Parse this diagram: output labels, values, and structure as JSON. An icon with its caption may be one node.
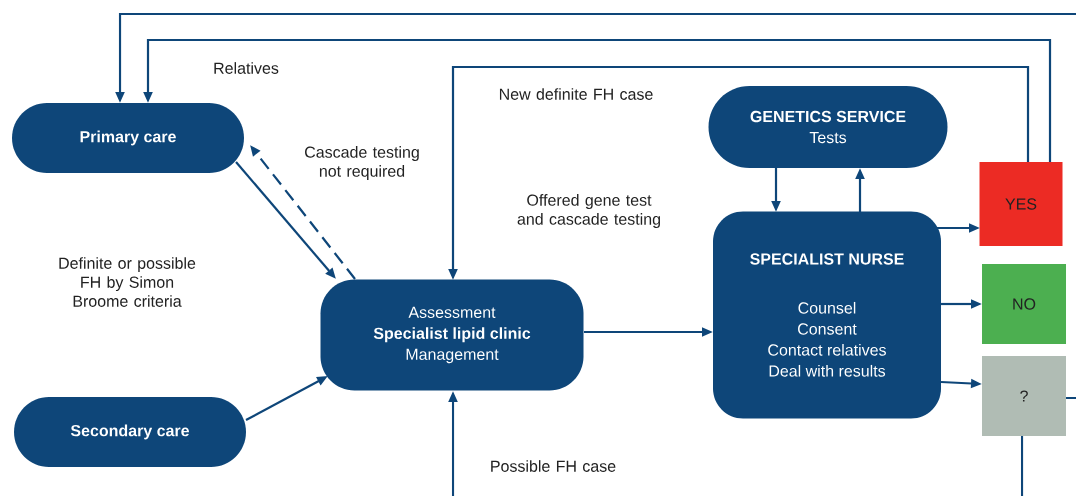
{
  "diagram": {
    "nodes": [
      {
        "text": [
          "Primary care"
        ]
      },
      {
        "text": [
          "Secondary care"
        ]
      },
      {
        "text": [
          "Assessment",
          "Specialist lipid clinic",
          "Management"
        ]
      },
      {
        "text": [
          "GENETICS SERVICE",
          "Tests"
        ]
      },
      {
        "text": [
          "SPECIALIST NURSE",
          "Counsel",
          "Consent",
          "Contact relatives",
          "Deal with results"
        ]
      },
      {
        "text": [
          "YES"
        ]
      },
      {
        "text": [
          "NO"
        ]
      },
      {
        "text": [
          "?"
        ]
      }
    ],
    "edges": [
      {
        "from": 0,
        "to": 2,
        "arrow": "to"
      },
      {
        "from": 2,
        "to": 0,
        "arrow": "to",
        "style": "dashed"
      },
      {
        "from": 1,
        "to": 2,
        "arrow": "to"
      },
      {
        "from": 2,
        "to": 4,
        "arrow": "to"
      },
      {
        "from": 3,
        "to": 4,
        "arrow": "to"
      },
      {
        "from": 4,
        "to": 3,
        "arrow": "to"
      },
      {
        "from": 4,
        "to": 5,
        "arrow": "to"
      },
      {
        "from": 4,
        "to": 6,
        "arrow": "to"
      },
      {
        "from": 4,
        "to": 7,
        "arrow": "to"
      },
      {
        "from": 5,
        "to": 0,
        "arrow": "to"
      },
      {
        "from": 5,
        "to": 2,
        "arrow": "to"
      },
      {
        "from": null,
        "to": 0,
        "arrow": "to"
      },
      {
        "from": null,
        "to": 2,
        "arrow": "to"
      },
      {
        "from": 7,
        "to": null,
        "arrow": "none"
      },
      {
        "from": 7,
        "to": null,
        "arrow": "none"
      }
    ],
    "labels": [
      "Relatives",
      "Cascade testing not required",
      "New definite FH case",
      "Offered gene test and cascade testing",
      "Definite or possible FH by Simon Broome criteria",
      "Possible FH case"
    ]
  }
}
